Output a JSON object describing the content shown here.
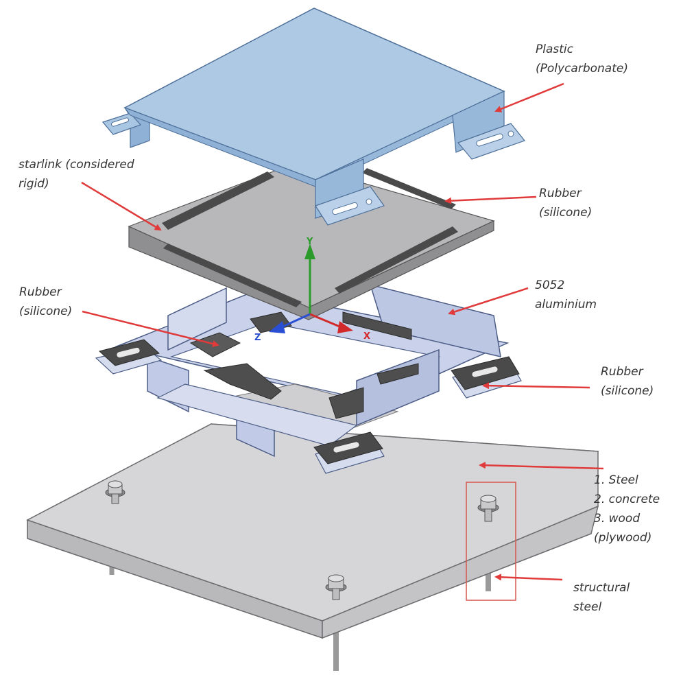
{
  "labels": {
    "plastic": [
      "Plastic",
      "(Polycarbonate)"
    ],
    "starlink": [
      "starlink (considered",
      "rigid)"
    ],
    "rubber_top": [
      "Rubber",
      "(silicone)"
    ],
    "aluminium": [
      "5052",
      "aluminium"
    ],
    "rubber_left": [
      "Rubber",
      "(silicone)"
    ],
    "rubber_right": [
      "Rubber",
      "(silicone)"
    ],
    "base": [
      "1. Steel",
      "2. concrete",
      "3. wood",
      "(plywood)"
    ],
    "structural": [
      "structural",
      "steel"
    ]
  },
  "axes": {
    "y": "Y",
    "z": "Z",
    "x": "X"
  },
  "colors": {
    "plastic": "#a9c6e3",
    "plastic_edge": "#5a7fa8",
    "starlink": "#b4b4b4",
    "rubber": "#4a4a4a",
    "aluminium": "#c5cfe8",
    "base": "#d3d3d5",
    "arrow": "#e03a3a",
    "axis_y": "#2a9a2a",
    "axis_x": "#d22a2a",
    "axis_z": "#2a4fd2",
    "highlight": "#d9534f"
  }
}
